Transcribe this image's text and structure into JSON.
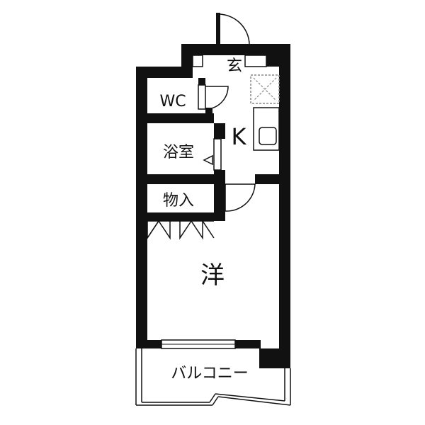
{
  "rooms": {
    "entrance": "玄",
    "wc": "WC",
    "kitchen": "K",
    "bathroom": "浴室",
    "storage": "物入",
    "western_room": "洋",
    "balcony": "バルコニー"
  },
  "colors": {
    "wall": "#111111",
    "background": "#ffffff",
    "line": "#111111",
    "stove_dash": "#888888"
  }
}
